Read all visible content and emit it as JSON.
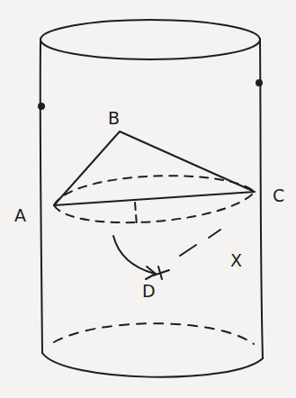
{
  "diagram": {
    "labels": [
      "B",
      "A",
      "C",
      "D",
      "X"
    ]
  }
}
